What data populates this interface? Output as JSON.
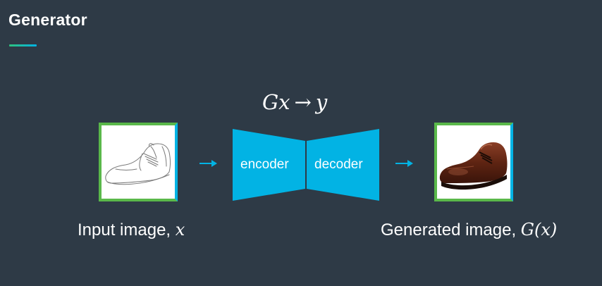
{
  "slide": {
    "title": "Generator",
    "accent_colors": [
      "#2ec27e",
      "#02b3e4"
    ],
    "background": "#2e3a46"
  },
  "diagram": {
    "formula": {
      "prefix": "G",
      "subscript": "x",
      "arrow": "→",
      "target": "y"
    },
    "input": {
      "caption_text": "Input image,",
      "caption_math": "x",
      "image": "shoe-sketch"
    },
    "network": {
      "encoder_label": "encoder",
      "decoder_label": "decoder",
      "color": "#02b3e4"
    },
    "output": {
      "caption_text": "Generated image,",
      "caption_math": "G(x)",
      "image": "brown-leather-shoe-photo"
    },
    "arrows": [
      "arrow-right-icon",
      "arrow-right-icon"
    ]
  }
}
